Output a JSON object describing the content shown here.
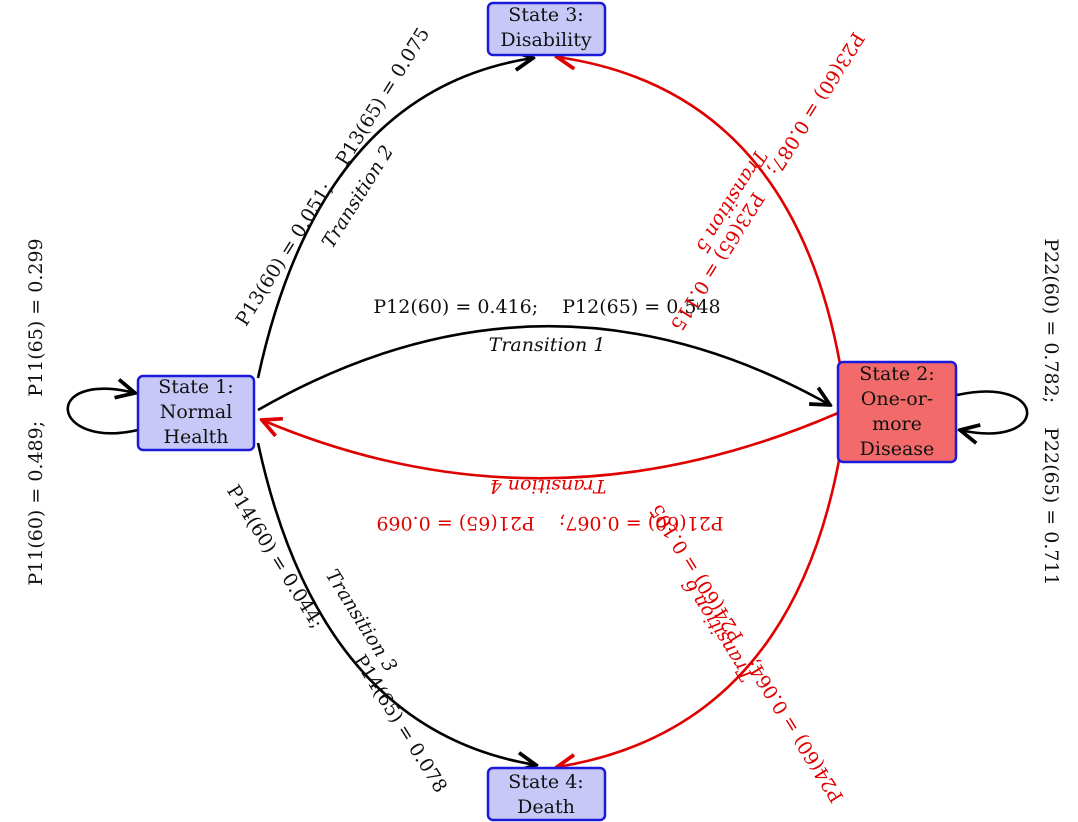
{
  "states": {
    "s1": {
      "lines": [
        "State 1:",
        "Normal",
        "Health"
      ]
    },
    "s2": {
      "lines": [
        "State 2:",
        "One-or-",
        "more",
        "Disease"
      ]
    },
    "s3": {
      "lines": [
        "State 3:",
        "Disability"
      ]
    },
    "s4": {
      "lines": [
        "State 4:",
        "Death"
      ]
    }
  },
  "colors": {
    "box_blue_fill": "#c8c8f8",
    "box_border": "#1a1ad8",
    "box_red_fill": "#f26a6a",
    "edge_black": "#000000",
    "edge_red": "#e00000"
  },
  "transitions": {
    "t1": {
      "name": "Transition 1",
      "probs": "P12(60) = 0.416;    P12(65) = 0.548"
    },
    "t2": {
      "name": "Transition 2",
      "probs": "P13(60) = 0.051;    P13(65) = 0.075"
    },
    "t3": {
      "name": "Transition 3",
      "probs_a": "P14(60) = 0.044;",
      "probs_b": "P14(65) = 0.078"
    },
    "t4": {
      "name": "Transition 4",
      "probs": "P21(60) = 0.067;    P21(65) = 0.069"
    },
    "t5": {
      "name": "Transition 5",
      "probs": "P23(60) = 0.087;    P23(65) = 0.115"
    },
    "t6": {
      "name": "Transition 6",
      "probs": "P24(60) = 0.064;    P24(60) = 0.105"
    },
    "self1": {
      "probs": "P11(60) = 0.489;    P11(65) = 0.299"
    },
    "self2": {
      "probs": "P22(60) = 0.782;    P22(65) = 0.711"
    }
  }
}
